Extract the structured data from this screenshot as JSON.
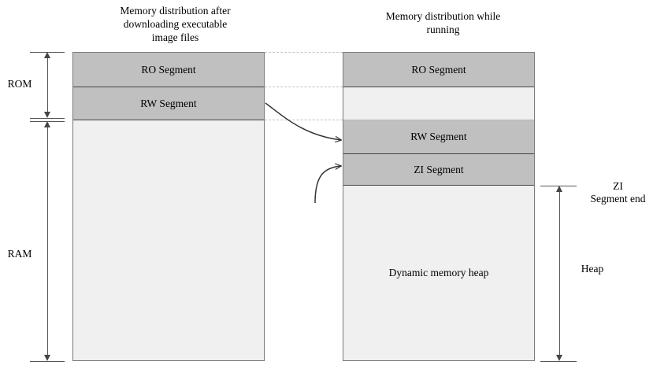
{
  "figure": {
    "left_panel": {
      "title": "Memory distribution after\ndownloading executable\nimage files",
      "segments": [
        {
          "label": "RO Segment",
          "type": "filled"
        },
        {
          "label": "RW Segment",
          "type": "filled"
        },
        {
          "label": "",
          "type": "plain"
        }
      ]
    },
    "right_panel": {
      "title": "Memory distribution while\nrunning",
      "segments": [
        {
          "label": "RO Segment",
          "type": "filled"
        },
        {
          "label": "",
          "type": "empty"
        },
        {
          "label": "RW Segment",
          "type": "filled"
        },
        {
          "label": "ZI Segment",
          "type": "filled"
        },
        {
          "label": "Dynamic memory heap",
          "type": "plain"
        }
      ]
    },
    "left_dimensions": [
      {
        "label": "ROM"
      },
      {
        "label": "RAM"
      }
    ],
    "right_dimensions": [
      {
        "label": "ZI\nSegment end"
      },
      {
        "label": "Heap"
      }
    ],
    "colors": {
      "segment_fill": "#C0C0C0",
      "panel_fill": "#F0F0F0",
      "segment_border": "#444444",
      "panel_border": "#7A7A7A",
      "connector": "#C3C3C3",
      "arrow": "#333333"
    }
  }
}
